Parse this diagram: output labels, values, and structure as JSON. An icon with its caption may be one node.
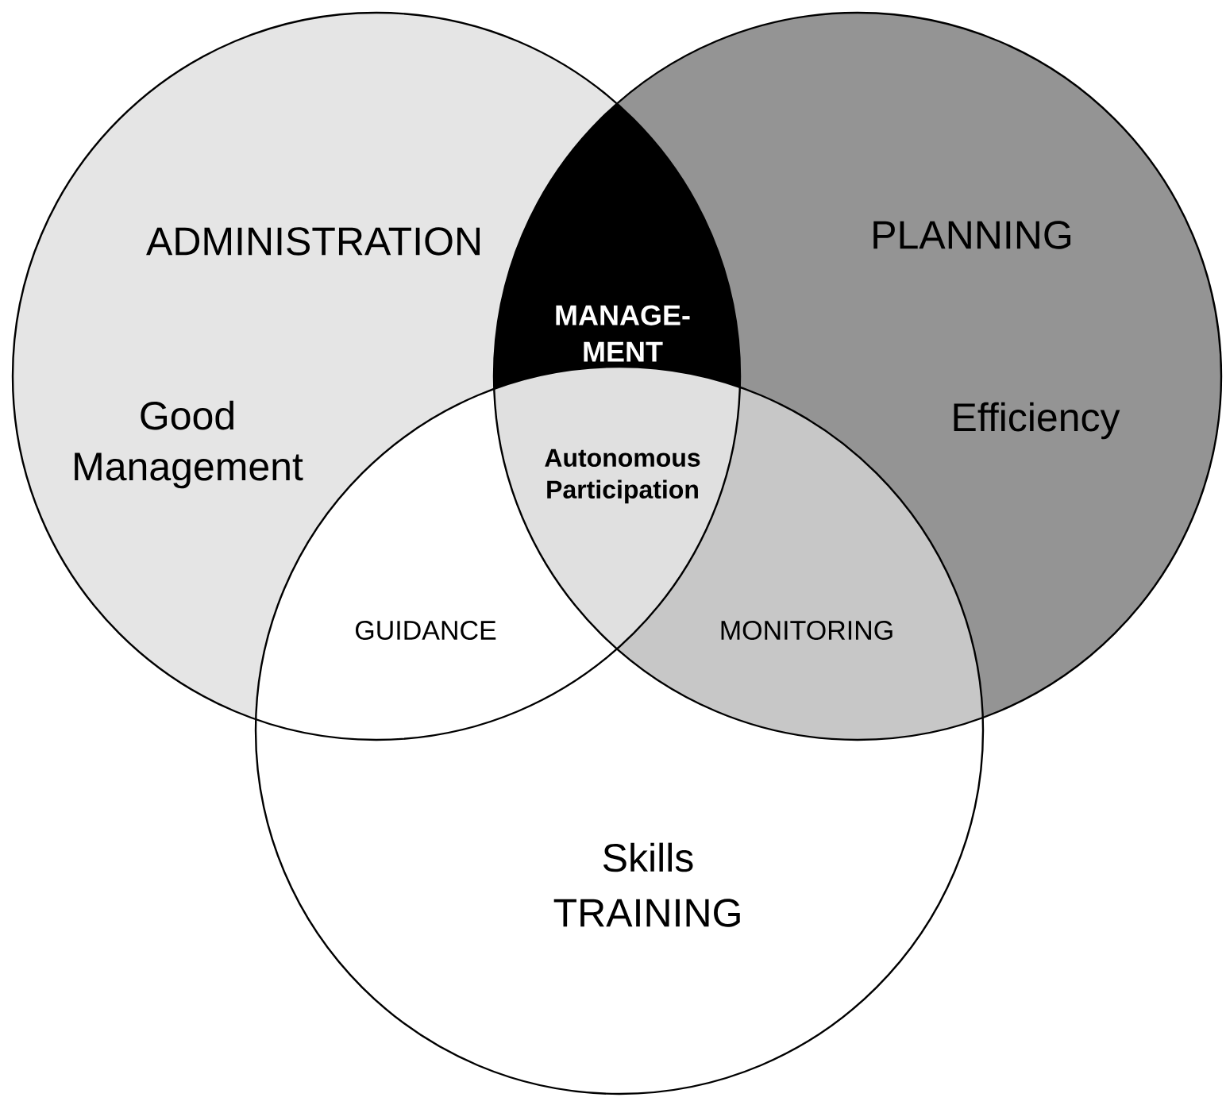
{
  "diagram": {
    "nodes": [
      {
        "text": [
          "ADMINISTRATION",
          "Good Management"
        ]
      },
      {
        "text": [
          "PLANNING",
          "Efficiency"
        ]
      },
      {
        "text": [
          "Skills",
          "TRAINING"
        ]
      }
    ],
    "labels": [
      "MANAGE- MENT",
      "Autonomous Participation",
      "GUIDANCE",
      "MONITORING"
    ]
  }
}
